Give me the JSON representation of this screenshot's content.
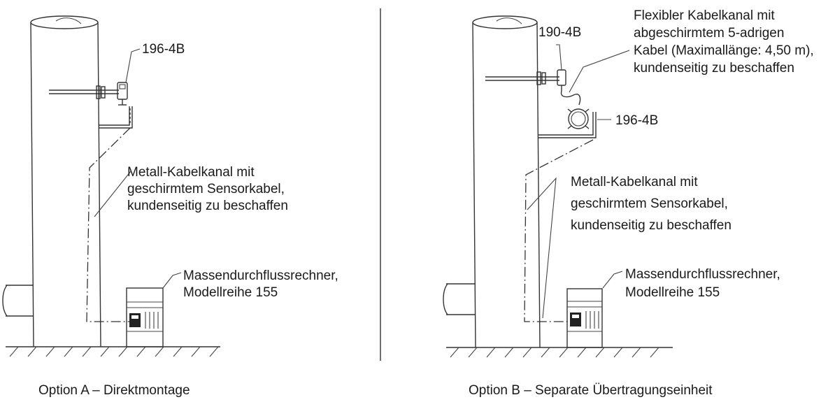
{
  "option_a": {
    "caption": "Option A – Direktmontage",
    "label_sensor": "196-4B",
    "label_conduit": [
      "Metall-Kabelkanal mit",
      "geschirmtem Sensorkabel,",
      "kundenseitig zu beschaffen"
    ],
    "label_computer": [
      "Massendurchflussrechner,",
      "Modellreihe 155"
    ]
  },
  "option_b": {
    "caption": "Option B – Separate Übertragungseinheit",
    "label_transmitter": "190-4B",
    "label_sensor": "196-4B",
    "label_flex": [
      "Flexibler Kabelkanal mit",
      "abgeschirmtem 5-adrigen",
      "Kabel (Maximallänge: 4,50 m),",
      "kundenseitig zu beschaffen"
    ],
    "label_conduit": [
      "Metall-Kabelkanal mit",
      "geschirmtem Sensorkabel,",
      "kundenseitig zu beschaffen"
    ],
    "label_computer": [
      "Massendurchflussrechner,",
      "Modellreihe 155"
    ]
  }
}
